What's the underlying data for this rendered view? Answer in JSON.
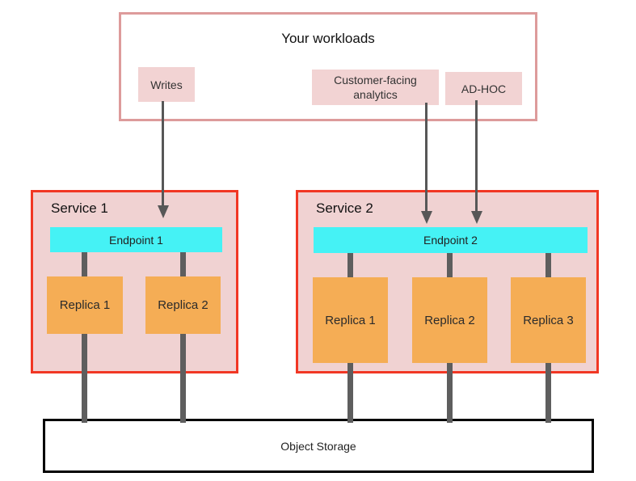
{
  "diagram": {
    "workloads": {
      "title": "Your workloads",
      "items": [
        {
          "label": "Writes"
        },
        {
          "label": "Customer-facing analytics"
        },
        {
          "label": "AD-HOC"
        }
      ]
    },
    "services": [
      {
        "title": "Service 1",
        "endpoint": "Endpoint 1",
        "replicas": [
          "Replica 1",
          "Replica 2"
        ]
      },
      {
        "title": "Service 2",
        "endpoint": "Endpoint 2",
        "replicas": [
          "Replica 1",
          "Replica 2",
          "Replica 3"
        ]
      }
    ],
    "storage": {
      "label": "Object Storage"
    }
  },
  "colors": {
    "workloads-border": "#dd9b9b",
    "pink-fill": "#f2d3d3",
    "service-border": "#f13724",
    "service-fill": "#f0d2d2",
    "endpoint-fill": "#45f2f5",
    "replica-fill": "#f5ad55",
    "connector": "#5e5e5e",
    "arrow": "#575757",
    "storage-border": "#000000"
  }
}
